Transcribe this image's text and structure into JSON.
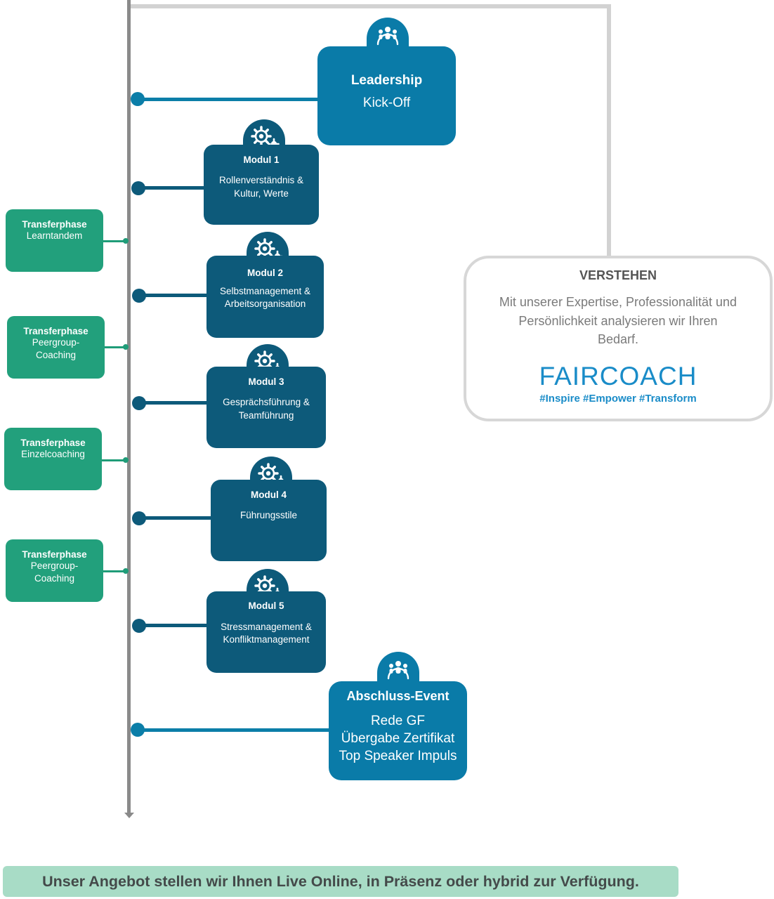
{
  "kickoff": {
    "title": "Leadership",
    "subtitle": "Kick-Off",
    "icon": "team-icon"
  },
  "modules": [
    {
      "title": "Modul 1",
      "text": "Rollenverständnis &\nKultur, Werte",
      "icon": "gears-icon"
    },
    {
      "title": "Modul 2",
      "text": "Selbstmanagement  &\nArbeitsorganisation",
      "icon": "gears-icon"
    },
    {
      "title": "Modul 3",
      "text": "Gesprächsführung &\nTeamführung",
      "icon": "gears-icon"
    },
    {
      "title": "Modul 4",
      "text": "Führungsstile",
      "icon": "gears-icon"
    },
    {
      "title": "Modul 5",
      "text": "Stressmanagement &\nKonfliktmanagement",
      "icon": "gears-icon"
    }
  ],
  "transfer": [
    {
      "title": "Transferphase",
      "text": "Learntandem"
    },
    {
      "title": "Transferphase",
      "text": "Peergroup-\nCoaching"
    },
    {
      "title": "Transferphase",
      "text": "Einzelcoaching"
    },
    {
      "title": "Transferphase",
      "text": "Peergroup-\nCoaching"
    }
  ],
  "closing": {
    "title": "Abschluss-Event",
    "lines": [
      "Rede GF",
      "Übergabe Zertifikat",
      "Top Speaker Impuls"
    ],
    "icon": "team-icon"
  },
  "verstehen": {
    "title": "VERSTEHEN",
    "text": "Mit unserer Expertise, Professionalität und\nPersönlichkeit analysieren wir Ihren\nBedarf.",
    "logo": "FAIRCOACH",
    "tagline": "#Inspire #Empower #Transform"
  },
  "footer": "Unser Angebot stellen wir Ihnen Live Online, in Präsenz oder hybrid zur Verfügung.",
  "colors": {
    "teal": "#0a7ba8",
    "dark_teal": "#0d5a7a",
    "green": "#22a07c",
    "footer_bg": "#a8dcc6",
    "logo_blue": "#1a8cc8"
  }
}
